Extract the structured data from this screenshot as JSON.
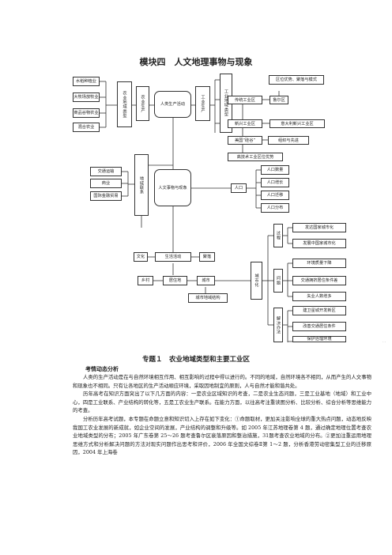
{
  "page": {
    "title": "模块四　人文地理事物与现象",
    "section_title": "专题１　农业地域类型和主要工业区",
    "subheading": "考情动态分析",
    "paragraphs": [
      "人类的生产活动是在与自然环境相互作用、相互影响的过程中得以进行的。不同的地域，自然环境各不相同，从而产生的人文事物和现象也不相同。只有让各地区的生产活动顺应环境，采取因地制宜的原则，人与自然才能和谐共处。",
      "历年高考在知识方面突出了以下几方面的内容：一是农业区域知识的考查，二是农业生态问题，三是工业基地（地域）和工业中心，四是工业联系、产业结构的转化等，五是工农业生产联系。在能力方面，以往高考注重读图分析、比较分析、综合分析等思维能力的考查。",
      "分析历年高考试题，本专题在命题立意和知识切入上存在如下变化：①命题取材，更加关注影响全球的重大热点问题，动态地反映我国工农业发展的新成就，如企业空间的发展，产业结构的调整和升级等。如 2005 年江苏地理卷第 4 题，通过确定地理位置考查农业地域类型的分布；2005 年广东卷第 25～26 题考查鲁尔区衰落原因和整治措施，31题考查农业地域的分布。②更加注重运用地理思维方式和分析解决问题的方法对现实问题作出思考和评价，2006 年全国文综卷Ⅱ第 1～2 题，分析香港劳动密集型工业的迁移原因，2004 年上海卷"
    ],
    "corner_mark": "- -"
  },
  "diagram": {
    "agri_types": [
      "水稻种植业",
      "大牧场放牧业",
      "商品谷物农业",
      "混合农业"
    ],
    "agri_region": "农业地域类型",
    "agri_prod": "农业生产",
    "center": "人类生产活动",
    "industry_prod": "工业生产",
    "industry_region": "工业地域类型",
    "industry_factors": "区位优势、聚落与模式",
    "trad_industry": "传统工业区",
    "ruhr": "鲁尔区",
    "new_industry": "新兴工业区",
    "italy": "意大利新兴工业区",
    "silicon": "美国“硅谷”",
    "new_feature": "组织与先进",
    "hightech": "高技术工业区位优势",
    "links": [
      "交通运输",
      "商业",
      "国际金融贸易"
    ],
    "region_link": "地域联系",
    "man_env": "人文事物与现象",
    "population": "人口",
    "pop_items": [
      "人口数量",
      "人口增长",
      "人口迁移",
      "人口分布"
    ],
    "urbanization": "城市化",
    "urb_process": "过程",
    "urb_process_items": [
      "发达国家城市化",
      "发展中国家城市化"
    ],
    "urb_problem": "问题",
    "urb_problem_items": [
      "环境质量下降",
      "交通拥挤居住条件差",
      "失业人数增多"
    ],
    "urb_solution": "解决办法",
    "urb_solution_items": [
      "建卫星城开发新区",
      "改善交通居住条件",
      "保护治理环境"
    ],
    "culture": "文化",
    "life": "生活活动",
    "settlement": "聚落",
    "village": "乡村",
    "residence": "居住地",
    "city": "城市",
    "city_layout": "城市地域结构"
  }
}
